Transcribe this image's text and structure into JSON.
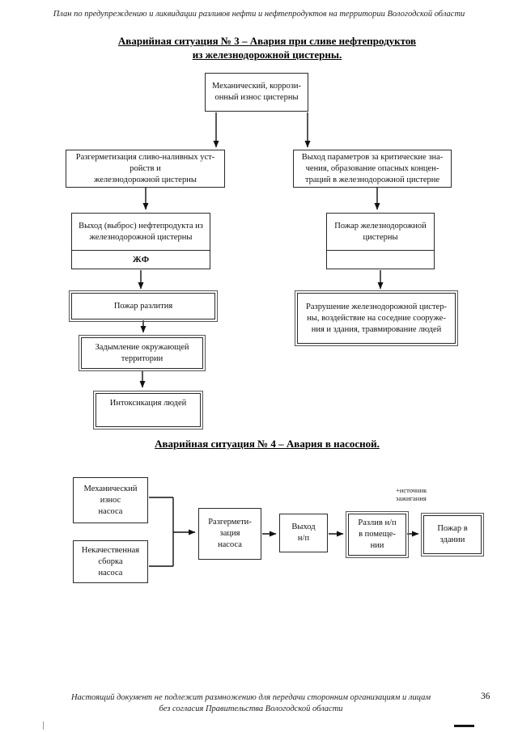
{
  "header": {
    "text": "План по предупреждению и ликвидации разливов нефти и нефтепродуктов на территории Вологодской области"
  },
  "diagram1": {
    "title": "Аварийная ситуация № 3 – Авария при сливе нефтепродуктов\nиз железнодорожной цистерны.",
    "boxes": {
      "wear": "Механический, коррози-\nонный износ цистерны",
      "depressurization": "Разгерметизация сливо-наливных уст-\nройств и\nжелезнодорожной цистерны",
      "parameters": "Выход параметров за критические зна-\nчения, образование опасных концен-\nтраций в железнодорожной цистерне",
      "release_main": "Выход (выброс) нефтепродукта из\nжелезнодорожной цистерны",
      "release_phase": "ЖФ",
      "tank_fire_main": "Пожар железнодорожной\nцистерны",
      "tank_fire_sub": "",
      "spill_fire": "Пожар разлития",
      "destruction": "Разрушение железнодорожной цистер-\nны, воздействие на соседние сооруже-\nния и здания, травмирование людей",
      "smoke": "Задымление окружающей\nтерритории",
      "intoxication": "Интоксикация людей"
    }
  },
  "diagram2": {
    "title": "Аварийная ситуация № 4 – Авария в насосной.",
    "boxes": {
      "mech_wear": "Механический\nизнос\nнасоса",
      "poor_assembly": "Некачественная\nсборка\nнасоса",
      "depressurization": "Разгермети-\nзация\nнасоса",
      "outflow": "Выход\nн/п",
      "spill_indoor": "Разлив н/п\nв помеще-\nнии",
      "building_fire": "Пожар в\nздании",
      "ignition_note": "+источник\nзажигания"
    }
  },
  "footer": {
    "text": "Настоящий документ не подлежит размножению для передачи сторонним организациям и лицам\nбез согласия Правительства Вологодской области",
    "page_number": "36"
  }
}
